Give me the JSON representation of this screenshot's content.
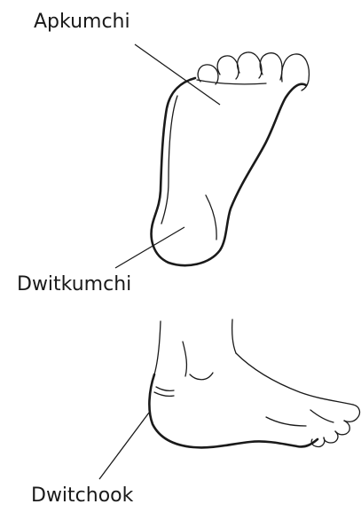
{
  "labels": {
    "top": "Apkumchi",
    "middle": "Dwitkumchi",
    "bottom": "Dwitchook"
  },
  "colors": {
    "ink": "#1a1a1a",
    "background": "#ffffff"
  }
}
